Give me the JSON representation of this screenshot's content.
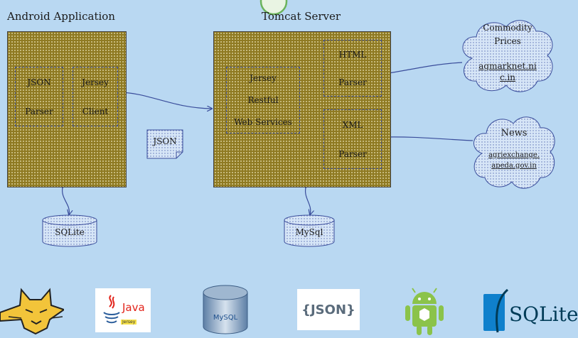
{
  "android": {
    "title": "Android Application",
    "json_parser": [
      "JSON",
      "Parser"
    ],
    "jersey_client": [
      "Jersey",
      "Client"
    ]
  },
  "tomcat": {
    "title": "Tomcat Server",
    "jersey_restful": [
      "Jersey",
      "Restful",
      "Web Services"
    ],
    "html_parser": [
      "HTML",
      "Parser"
    ],
    "xml_parser": [
      "XML",
      "Parser"
    ]
  },
  "json_doc": "JSON",
  "commodity": {
    "title_line1": "Commodity",
    "title_line2": "Prices",
    "link_line1": "agmarknet.ni",
    "link_line2": "c.in"
  },
  "news": {
    "title": "News",
    "link_line1": "agriexchange.",
    "link_line2": "apeda.gov.in"
  },
  "databases": {
    "sqlite": "SQLite",
    "mysql": "MySql"
  },
  "logos": {
    "java_text": "Java",
    "java_sub": "Jersey",
    "json_text": "{JSON}",
    "sqlite_text": "SQLite",
    "mysql_text": "MySQL"
  },
  "colors": {
    "background": "#b9d8f2",
    "box": "#8f7a22",
    "inner_border": "#3a4d9b",
    "cloud": "#d7e6f7",
    "connector": "#3a4d9b"
  }
}
